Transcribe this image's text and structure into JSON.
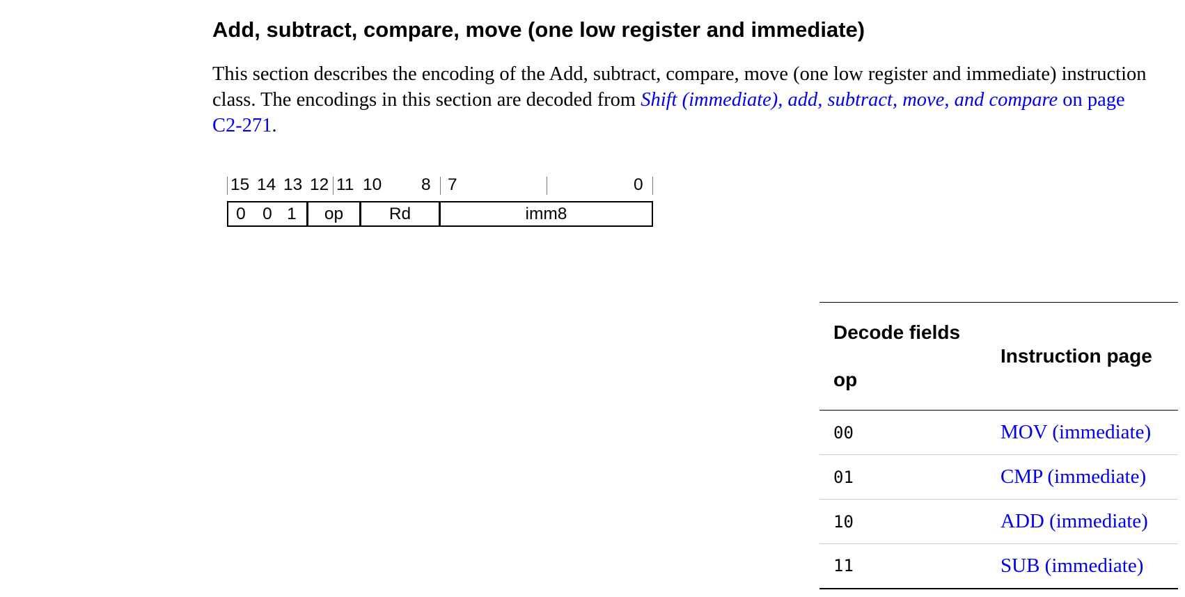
{
  "heading": "Add, subtract, compare, move (one low register and immediate)",
  "intro": {
    "text_before": "This section describes the encoding of the Add, subtract, compare, move (one low register and immediate) instruction class. The encodings in this section are decoded from ",
    "link_italic": "Shift (immediate), add, subtract, move, and compare",
    "link_plain": " on page C2-271",
    "text_after": "."
  },
  "encoding": {
    "bit_labels": [
      "15",
      "14",
      "13",
      "12",
      "11",
      "10",
      "8",
      "7",
      "0"
    ],
    "fields": [
      "0",
      "0",
      "1",
      "op",
      "Rd",
      "imm8"
    ]
  },
  "decode_table": {
    "header_group": "Decode fields",
    "header_field": "op",
    "header_page": "Instruction page",
    "rows": [
      {
        "op": "00",
        "page": "MOV (immediate)"
      },
      {
        "op": "01",
        "page": "CMP (immediate)"
      },
      {
        "op": "10",
        "page": "ADD (immediate)"
      },
      {
        "op": "11",
        "page": "SUB (immediate)"
      }
    ]
  }
}
